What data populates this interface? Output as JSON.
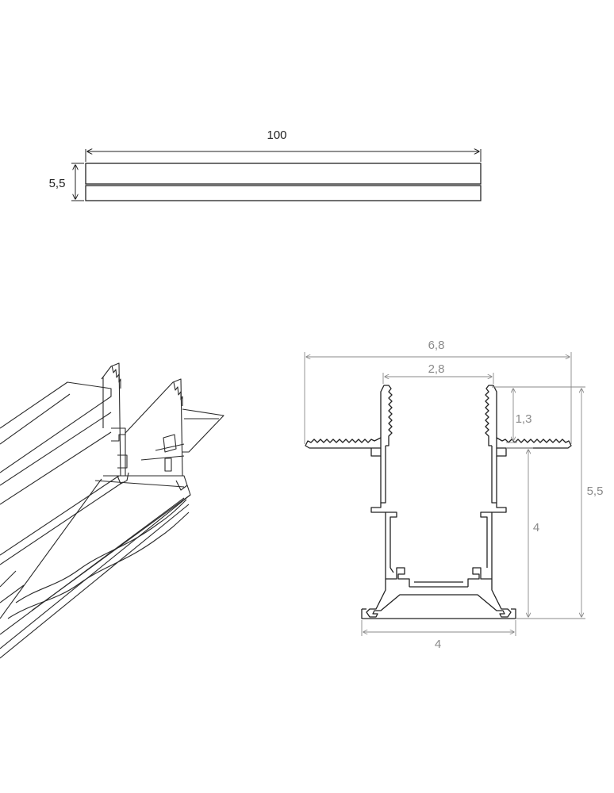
{
  "top_view": {
    "length_label": "100",
    "height_label": "5,5"
  },
  "cross_section": {
    "overall_width_label": "6,8",
    "inner_width_label": "2,8",
    "flange_height_label": "1,3",
    "total_height_label": "5,5",
    "body_height_label": "4",
    "base_width_label": "4"
  },
  "colors": {
    "outline": "#222222",
    "dimension": "#8a8a8a"
  }
}
